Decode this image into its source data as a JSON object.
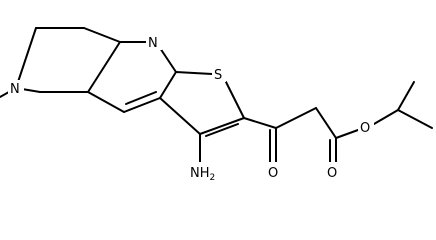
{
  "structure": {
    "labels": {
      "n_pyridine": "N",
      "n_methyl": "N",
      "sulfur": "S",
      "amine": "NH",
      "amine_sub": "2",
      "ketone_o": "O",
      "ester_o_carbonyl": "O",
      "ester_o_ether": "O"
    }
  },
  "colors": {
    "bond": "#000000",
    "text": "#000000",
    "background": "#ffffff"
  }
}
